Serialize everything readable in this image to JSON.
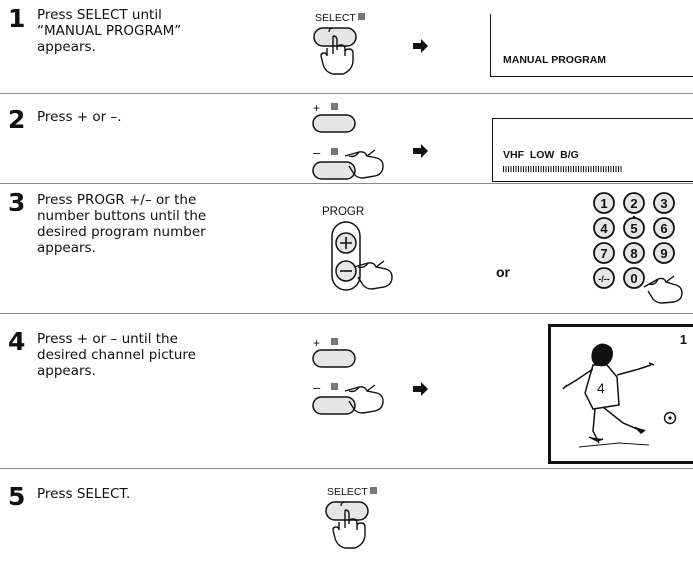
{
  "steps": [
    {
      "number": "1",
      "text": "Press SELECT until\n“MANUAL PROGRAM”\nappears."
    },
    {
      "number": "2",
      "text": "Press + or –."
    },
    {
      "number": "3",
      "text": "Press PROGR +/– or the\nnumber buttons until the\ndesired program number\nappears."
    },
    {
      "number": "4",
      "text": "Press + or – until the\ndesired channel picture\nappears."
    },
    {
      "number": "5",
      "text": "Press SELECT."
    }
  ],
  "labels": {
    "select": "SELECT",
    "plus": "+",
    "minus": "–",
    "progr": "PROGR",
    "or": "or"
  },
  "screens": {
    "manual_program": "MANUAL PROGRAM",
    "band": "VHF  LOW  B/G",
    "program_number": "1"
  },
  "keypad": [
    "1",
    "2",
    "3",
    "4",
    "5",
    "6",
    "7",
    "8",
    "9",
    "-/--",
    "0"
  ],
  "colors": {
    "ink": "#111111",
    "button_fill": "#e6e6e6",
    "indicator": "#777777"
  }
}
